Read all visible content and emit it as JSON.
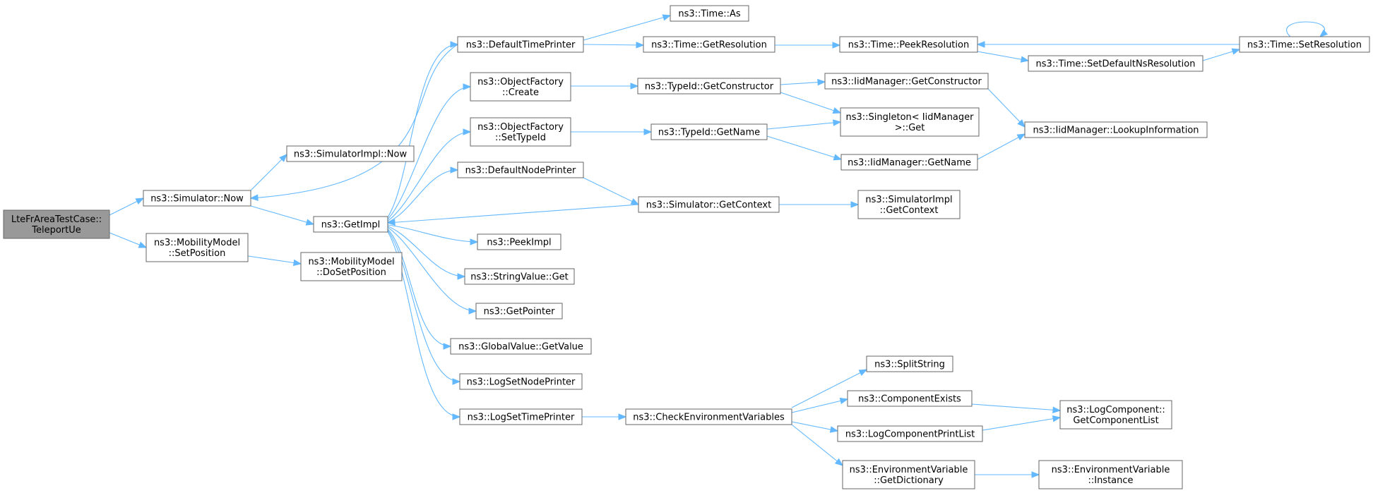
{
  "nodes": {
    "root": [
      "LteFrAreaTestCase::",
      "TeleportUe"
    ],
    "sim_now": [
      "ns3::Simulator::Now"
    ],
    "mm_setpos": [
      "ns3::MobilityModel",
      "::SetPosition"
    ],
    "simimpl_now": [
      "ns3::SimulatorImpl::Now"
    ],
    "getimpl": [
      "ns3::GetImpl"
    ],
    "mm_dosetpos": [
      "ns3::MobilityModel",
      "::DoSetPosition"
    ],
    "default_time_printer": [
      "ns3::DefaultTimePrinter"
    ],
    "of_create": [
      "ns3::ObjectFactory",
      "::Create"
    ],
    "of_settypeid": [
      "ns3::ObjectFactory",
      "::SetTypeId"
    ],
    "default_node_printer": [
      "ns3::DefaultNodePrinter"
    ],
    "peekimpl": [
      "ns3::PeekImpl"
    ],
    "stringvalue_get": [
      "ns3::StringValue::Get"
    ],
    "getpointer": [
      "ns3::GetPointer"
    ],
    "globalvalue_getvalue": [
      "ns3::GlobalValue::GetValue"
    ],
    "logsetnodeprinter": [
      "ns3::LogSetNodePrinter"
    ],
    "logsettimeprinter": [
      "ns3::LogSetTimePrinter"
    ],
    "time_as": [
      "ns3::Time::As"
    ],
    "time_getresolution": [
      "ns3::Time::GetResolution"
    ],
    "typeid_getconstructor": [
      "ns3::TypeId::GetConstructor"
    ],
    "typeid_getname": [
      "ns3::TypeId::GetName"
    ],
    "sim_getcontext": [
      "ns3::Simulator::GetContext"
    ],
    "check_env": [
      "ns3::CheckEnvironmentVariables"
    ],
    "time_peekresolution": [
      "ns3::Time::PeekResolution"
    ],
    "iid_getconstructor": [
      "ns3::IidManager::GetConstructor"
    ],
    "singleton_get": [
      "ns3::Singleton< IidManager",
      ">::Get"
    ],
    "iid_getname": [
      "ns3::IidManager::GetName"
    ],
    "simimpl_getcontext": [
      "ns3::SimulatorImpl",
      "::GetContext"
    ],
    "splitstring": [
      "ns3::SplitString"
    ],
    "componentexists": [
      "ns3::ComponentExists"
    ],
    "logcomponentprintlist": [
      "ns3::LogComponentPrintList"
    ],
    "envvar_getdictionary": [
      "ns3::EnvironmentVariable",
      "::GetDictionary"
    ],
    "time_setdefaultnsres": [
      "ns3::Time::SetDefaultNsResolution"
    ],
    "iid_lookupinformation": [
      "ns3::IidManager::LookupInformation"
    ],
    "logcomponent_getlist": [
      "ns3::LogComponent::",
      "GetComponentList"
    ],
    "envvar_instance": [
      "ns3::EnvironmentVariable",
      "::Instance"
    ],
    "time_setresolution": [
      "ns3::Time::SetResolution"
    ]
  },
  "colors": {
    "edge": "#63b8ff",
    "node_border": "#666666",
    "root_fill": "#999999",
    "node_fill": "#ffffff"
  }
}
